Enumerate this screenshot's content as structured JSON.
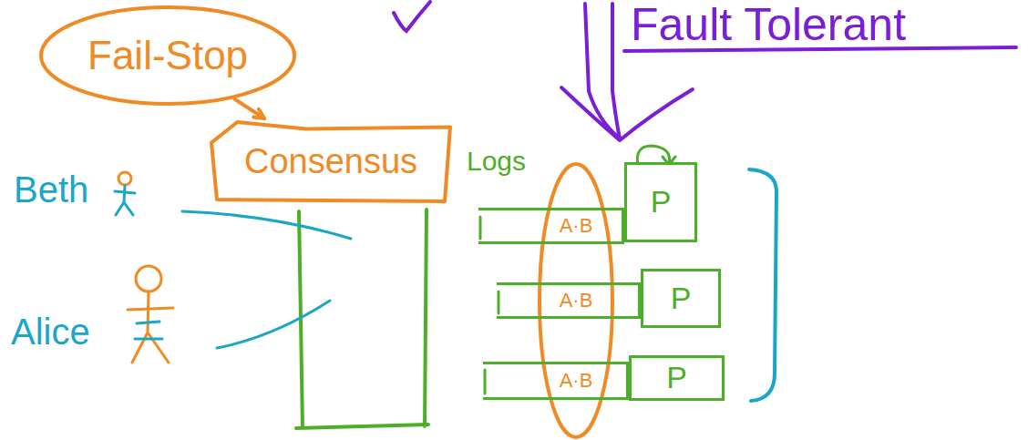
{
  "diagram": {
    "nodes": [
      {
        "text": [
          "Fail-Stop"
        ]
      },
      {
        "text": [
          "Consensus"
        ]
      },
      {
        "text": [
          "A·B"
        ]
      },
      {
        "text": [
          "P"
        ]
      },
      {
        "text": [
          "A·B"
        ]
      },
      {
        "text": [
          "P"
        ]
      },
      {
        "text": [
          "A·B"
        ]
      },
      {
        "text": [
          "P"
        ]
      }
    ],
    "edges": [
      {
        "from": 0,
        "to": 1,
        "arrow": "to"
      }
    ],
    "labels": [
      "Fault Tolerant",
      "Beth",
      "Alice",
      "Logs"
    ]
  }
}
